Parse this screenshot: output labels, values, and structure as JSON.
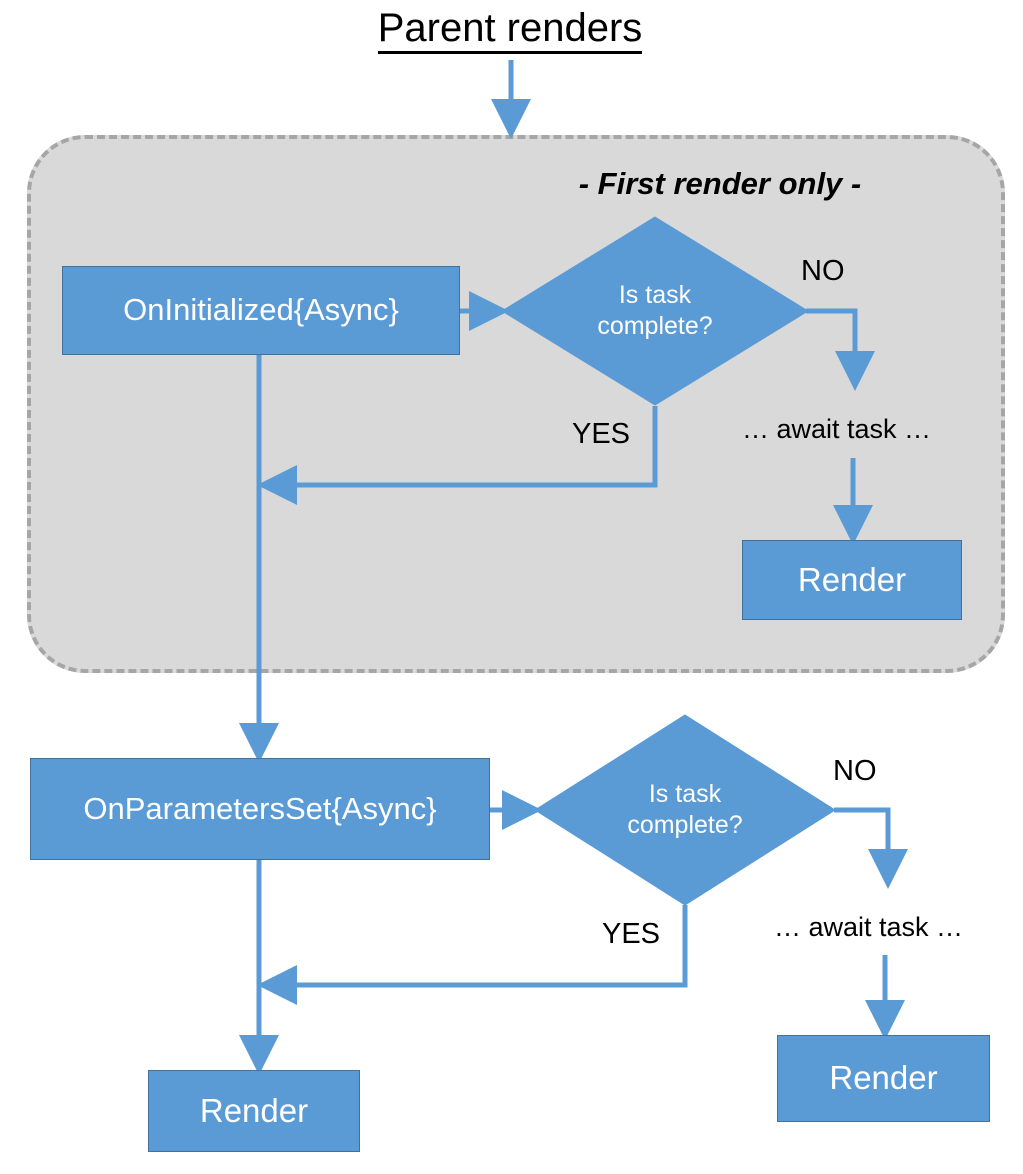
{
  "diagram": {
    "title": "Parent renders",
    "group": {
      "label": "- First render only -"
    },
    "nodes": {
      "on_initialized": "OnInitialized{Async}",
      "on_parameters_set": "OnParametersSet{Async}",
      "decision_top_line1": "Is task",
      "decision_top_line2": "complete?",
      "decision_bottom_line1": "Is task",
      "decision_bottom_line2": "complete?",
      "await_task_top": "… await task …",
      "await_task_bottom": "… await task …",
      "render_top": "Render",
      "render_bottom_left": "Render",
      "render_bottom_right": "Render"
    },
    "edge_labels": {
      "no_top": "NO",
      "yes_top": "YES",
      "no_bottom": "NO",
      "yes_bottom": "YES"
    },
    "colors": {
      "accent_fill": "#5b9bd5",
      "accent_border": "#41719c",
      "group_fill": "#d9d9d9",
      "group_dash": "#a6a6a6",
      "connector": "#5b9bd5",
      "text_light": "#ffffff",
      "text_dark": "#000000"
    }
  }
}
